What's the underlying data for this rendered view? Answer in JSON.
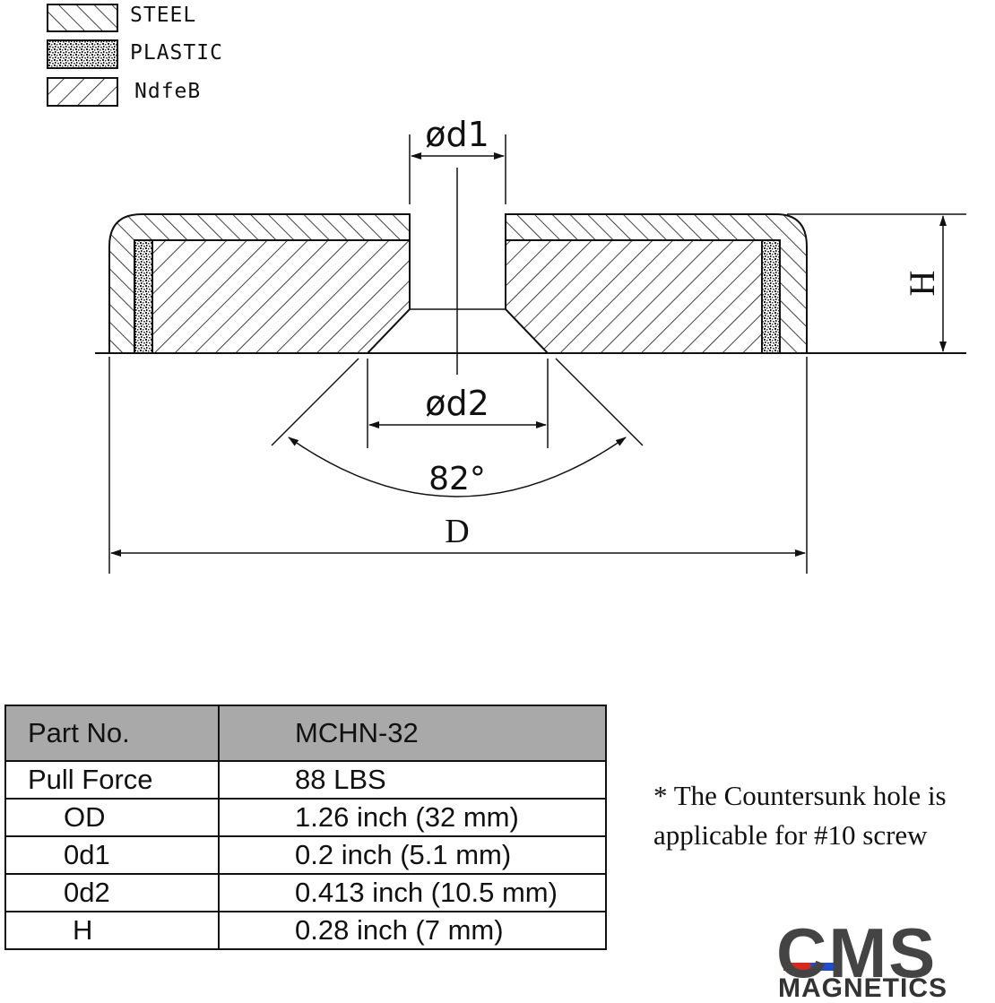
{
  "legend": [
    {
      "label": "STEEL",
      "pattern": "hatch-steel"
    },
    {
      "label": "PLASTIC",
      "pattern": "speckle-plastic"
    },
    {
      "label": "NdfeB",
      "pattern": "hatch-ndfeb"
    }
  ],
  "dimensions": {
    "d1": "ød1",
    "d2": "ød2",
    "H": "H",
    "D": "D",
    "angle": "82°"
  },
  "spec_table": {
    "header": {
      "key": "Part No.",
      "value": "MCHN-32"
    },
    "rows": [
      {
        "key": "Pull Force",
        "value": "88 LBS"
      },
      {
        "key": "OD",
        "value": "1.26 inch (32 mm)"
      },
      {
        "key": "0d1",
        "value": "0.2 inch (5.1 mm)"
      },
      {
        "key": "0d2",
        "value": "0.413 inch (10.5 mm)"
      },
      {
        "key": "H",
        "value": "0.28 inch (7 mm)"
      }
    ]
  },
  "note": "* The Countersunk hole is applicable for #10 screw",
  "logo": {
    "primary": "CMS",
    "secondary": "MAGNETICS"
  },
  "colors": {
    "line": "#111111",
    "table_header": "#a9a9a9",
    "logo_red": "#d62a1e",
    "logo_blue": "#1f4fd0",
    "logo_gray": "#444444"
  }
}
